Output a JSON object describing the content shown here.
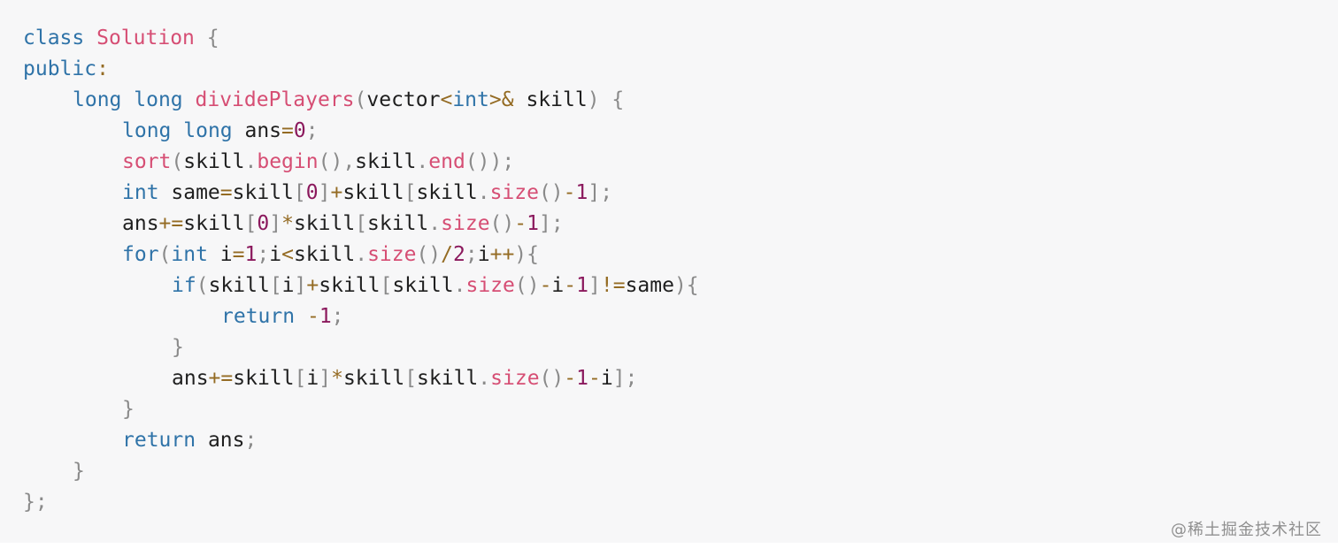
{
  "watermark": "@稀土掘金技术社区",
  "colors": {
    "background": "#f7f7f8",
    "plain": "#1f1f1f",
    "keyword": "#2f73a8",
    "function": "#d64e74",
    "number": "#8b195d",
    "operator": "#946b23",
    "punctuation": "#8a8a8a"
  },
  "code_lines": [
    {
      "indent": 0,
      "tokens": [
        {
          "text": "class",
          "type": "keyword"
        },
        {
          "text": " ",
          "type": "plain"
        },
        {
          "text": "Solution",
          "type": "function"
        },
        {
          "text": " ",
          "type": "plain"
        },
        {
          "text": "{",
          "type": "punctuation"
        }
      ]
    },
    {
      "indent": 0,
      "tokens": [
        {
          "text": "public",
          "type": "keyword"
        },
        {
          "text": ":",
          "type": "operator"
        }
      ]
    },
    {
      "indent": 4,
      "tokens": [
        {
          "text": "long",
          "type": "keyword"
        },
        {
          "text": " ",
          "type": "plain"
        },
        {
          "text": "long",
          "type": "keyword"
        },
        {
          "text": " ",
          "type": "plain"
        },
        {
          "text": "dividePlayers",
          "type": "function"
        },
        {
          "text": "(",
          "type": "punctuation"
        },
        {
          "text": "vector",
          "type": "plain"
        },
        {
          "text": "<",
          "type": "operator"
        },
        {
          "text": "int",
          "type": "keyword"
        },
        {
          "text": ">",
          "type": "operator"
        },
        {
          "text": "&",
          "type": "operator"
        },
        {
          "text": " skill",
          "type": "plain"
        },
        {
          "text": ")",
          "type": "punctuation"
        },
        {
          "text": " ",
          "type": "plain"
        },
        {
          "text": "{",
          "type": "punctuation"
        }
      ]
    },
    {
      "indent": 8,
      "tokens": [
        {
          "text": "long",
          "type": "keyword"
        },
        {
          "text": " ",
          "type": "plain"
        },
        {
          "text": "long",
          "type": "keyword"
        },
        {
          "text": " ans",
          "type": "plain"
        },
        {
          "text": "=",
          "type": "operator"
        },
        {
          "text": "0",
          "type": "number"
        },
        {
          "text": ";",
          "type": "punctuation"
        }
      ]
    },
    {
      "indent": 8,
      "tokens": [
        {
          "text": "sort",
          "type": "function"
        },
        {
          "text": "(",
          "type": "punctuation"
        },
        {
          "text": "skill",
          "type": "plain"
        },
        {
          "text": ".",
          "type": "punctuation"
        },
        {
          "text": "begin",
          "type": "function"
        },
        {
          "text": "()",
          "type": "punctuation"
        },
        {
          "text": ",",
          "type": "punctuation"
        },
        {
          "text": "skill",
          "type": "plain"
        },
        {
          "text": ".",
          "type": "punctuation"
        },
        {
          "text": "end",
          "type": "function"
        },
        {
          "text": "())",
          "type": "punctuation"
        },
        {
          "text": ";",
          "type": "punctuation"
        }
      ]
    },
    {
      "indent": 8,
      "tokens": [
        {
          "text": "int",
          "type": "keyword"
        },
        {
          "text": " same",
          "type": "plain"
        },
        {
          "text": "=",
          "type": "operator"
        },
        {
          "text": "skill",
          "type": "plain"
        },
        {
          "text": "[",
          "type": "punctuation"
        },
        {
          "text": "0",
          "type": "number"
        },
        {
          "text": "]",
          "type": "punctuation"
        },
        {
          "text": "+",
          "type": "operator"
        },
        {
          "text": "skill",
          "type": "plain"
        },
        {
          "text": "[",
          "type": "punctuation"
        },
        {
          "text": "skill",
          "type": "plain"
        },
        {
          "text": ".",
          "type": "punctuation"
        },
        {
          "text": "size",
          "type": "function"
        },
        {
          "text": "()",
          "type": "punctuation"
        },
        {
          "text": "-",
          "type": "operator"
        },
        {
          "text": "1",
          "type": "number"
        },
        {
          "text": "]",
          "type": "punctuation"
        },
        {
          "text": ";",
          "type": "punctuation"
        }
      ]
    },
    {
      "indent": 8,
      "tokens": [
        {
          "text": "ans",
          "type": "plain"
        },
        {
          "text": "+=",
          "type": "operator"
        },
        {
          "text": "skill",
          "type": "plain"
        },
        {
          "text": "[",
          "type": "punctuation"
        },
        {
          "text": "0",
          "type": "number"
        },
        {
          "text": "]",
          "type": "punctuation"
        },
        {
          "text": "*",
          "type": "operator"
        },
        {
          "text": "skill",
          "type": "plain"
        },
        {
          "text": "[",
          "type": "punctuation"
        },
        {
          "text": "skill",
          "type": "plain"
        },
        {
          "text": ".",
          "type": "punctuation"
        },
        {
          "text": "size",
          "type": "function"
        },
        {
          "text": "()",
          "type": "punctuation"
        },
        {
          "text": "-",
          "type": "operator"
        },
        {
          "text": "1",
          "type": "number"
        },
        {
          "text": "]",
          "type": "punctuation"
        },
        {
          "text": ";",
          "type": "punctuation"
        }
      ]
    },
    {
      "indent": 8,
      "tokens": [
        {
          "text": "for",
          "type": "keyword"
        },
        {
          "text": "(",
          "type": "punctuation"
        },
        {
          "text": "int",
          "type": "keyword"
        },
        {
          "text": " i",
          "type": "plain"
        },
        {
          "text": "=",
          "type": "operator"
        },
        {
          "text": "1",
          "type": "number"
        },
        {
          "text": ";",
          "type": "punctuation"
        },
        {
          "text": "i",
          "type": "plain"
        },
        {
          "text": "<",
          "type": "operator"
        },
        {
          "text": "skill",
          "type": "plain"
        },
        {
          "text": ".",
          "type": "punctuation"
        },
        {
          "text": "size",
          "type": "function"
        },
        {
          "text": "()",
          "type": "punctuation"
        },
        {
          "text": "/",
          "type": "operator"
        },
        {
          "text": "2",
          "type": "number"
        },
        {
          "text": ";",
          "type": "punctuation"
        },
        {
          "text": "i",
          "type": "plain"
        },
        {
          "text": "++",
          "type": "operator"
        },
        {
          "text": "){",
          "type": "punctuation"
        }
      ]
    },
    {
      "indent": 12,
      "tokens": [
        {
          "text": "if",
          "type": "keyword"
        },
        {
          "text": "(",
          "type": "punctuation"
        },
        {
          "text": "skill",
          "type": "plain"
        },
        {
          "text": "[",
          "type": "punctuation"
        },
        {
          "text": "i",
          "type": "plain"
        },
        {
          "text": "]",
          "type": "punctuation"
        },
        {
          "text": "+",
          "type": "operator"
        },
        {
          "text": "skill",
          "type": "plain"
        },
        {
          "text": "[",
          "type": "punctuation"
        },
        {
          "text": "skill",
          "type": "plain"
        },
        {
          "text": ".",
          "type": "punctuation"
        },
        {
          "text": "size",
          "type": "function"
        },
        {
          "text": "()",
          "type": "punctuation"
        },
        {
          "text": "-",
          "type": "operator"
        },
        {
          "text": "i",
          "type": "plain"
        },
        {
          "text": "-",
          "type": "operator"
        },
        {
          "text": "1",
          "type": "number"
        },
        {
          "text": "]",
          "type": "punctuation"
        },
        {
          "text": "!=",
          "type": "operator"
        },
        {
          "text": "same",
          "type": "plain"
        },
        {
          "text": "){",
          "type": "punctuation"
        }
      ]
    },
    {
      "indent": 16,
      "tokens": [
        {
          "text": "return",
          "type": "keyword"
        },
        {
          "text": " ",
          "type": "plain"
        },
        {
          "text": "-",
          "type": "operator"
        },
        {
          "text": "1",
          "type": "number"
        },
        {
          "text": ";",
          "type": "punctuation"
        }
      ]
    },
    {
      "indent": 12,
      "tokens": [
        {
          "text": "}",
          "type": "punctuation"
        }
      ]
    },
    {
      "indent": 12,
      "tokens": [
        {
          "text": "ans",
          "type": "plain"
        },
        {
          "text": "+=",
          "type": "operator"
        },
        {
          "text": "skill",
          "type": "plain"
        },
        {
          "text": "[",
          "type": "punctuation"
        },
        {
          "text": "i",
          "type": "plain"
        },
        {
          "text": "]",
          "type": "punctuation"
        },
        {
          "text": "*",
          "type": "operator"
        },
        {
          "text": "skill",
          "type": "plain"
        },
        {
          "text": "[",
          "type": "punctuation"
        },
        {
          "text": "skill",
          "type": "plain"
        },
        {
          "text": ".",
          "type": "punctuation"
        },
        {
          "text": "size",
          "type": "function"
        },
        {
          "text": "()",
          "type": "punctuation"
        },
        {
          "text": "-",
          "type": "operator"
        },
        {
          "text": "1",
          "type": "number"
        },
        {
          "text": "-",
          "type": "operator"
        },
        {
          "text": "i",
          "type": "plain"
        },
        {
          "text": "]",
          "type": "punctuation"
        },
        {
          "text": ";",
          "type": "punctuation"
        }
      ]
    },
    {
      "indent": 8,
      "tokens": [
        {
          "text": "}",
          "type": "punctuation"
        }
      ]
    },
    {
      "indent": 8,
      "tokens": [
        {
          "text": "return",
          "type": "keyword"
        },
        {
          "text": " ans",
          "type": "plain"
        },
        {
          "text": ";",
          "type": "punctuation"
        }
      ]
    },
    {
      "indent": 4,
      "tokens": [
        {
          "text": "}",
          "type": "punctuation"
        }
      ]
    },
    {
      "indent": 0,
      "tokens": [
        {
          "text": "};",
          "type": "punctuation"
        }
      ]
    }
  ]
}
